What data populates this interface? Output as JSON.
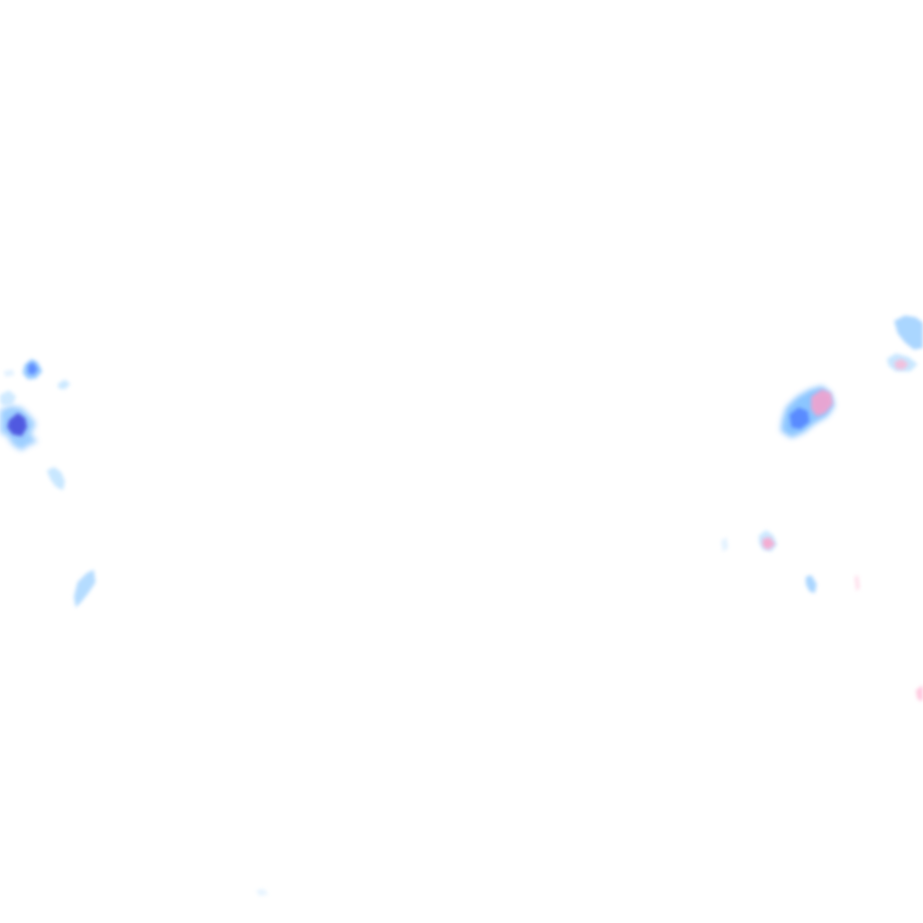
{
  "colors": {
    "background": "#ffffff",
    "light_rain": "#bfe3ff",
    "moderate_rain": "#7fbfff",
    "heavy_rain": "#4a78ff",
    "intense_rain": "#3a3ad8",
    "mixed_precip": "#ff9ec7"
  },
  "cells": [
    {
      "region": "west",
      "intensity": "heavy_rain"
    },
    {
      "region": "west",
      "intensity": "intense_rain"
    },
    {
      "region": "west",
      "intensity": "moderate_rain"
    },
    {
      "region": "west",
      "intensity": "light_rain"
    },
    {
      "region": "east",
      "intensity": "heavy_rain"
    },
    {
      "region": "east",
      "intensity": "mixed_precip"
    },
    {
      "region": "east",
      "intensity": "moderate_rain"
    },
    {
      "region": "east",
      "intensity": "light_rain"
    }
  ]
}
